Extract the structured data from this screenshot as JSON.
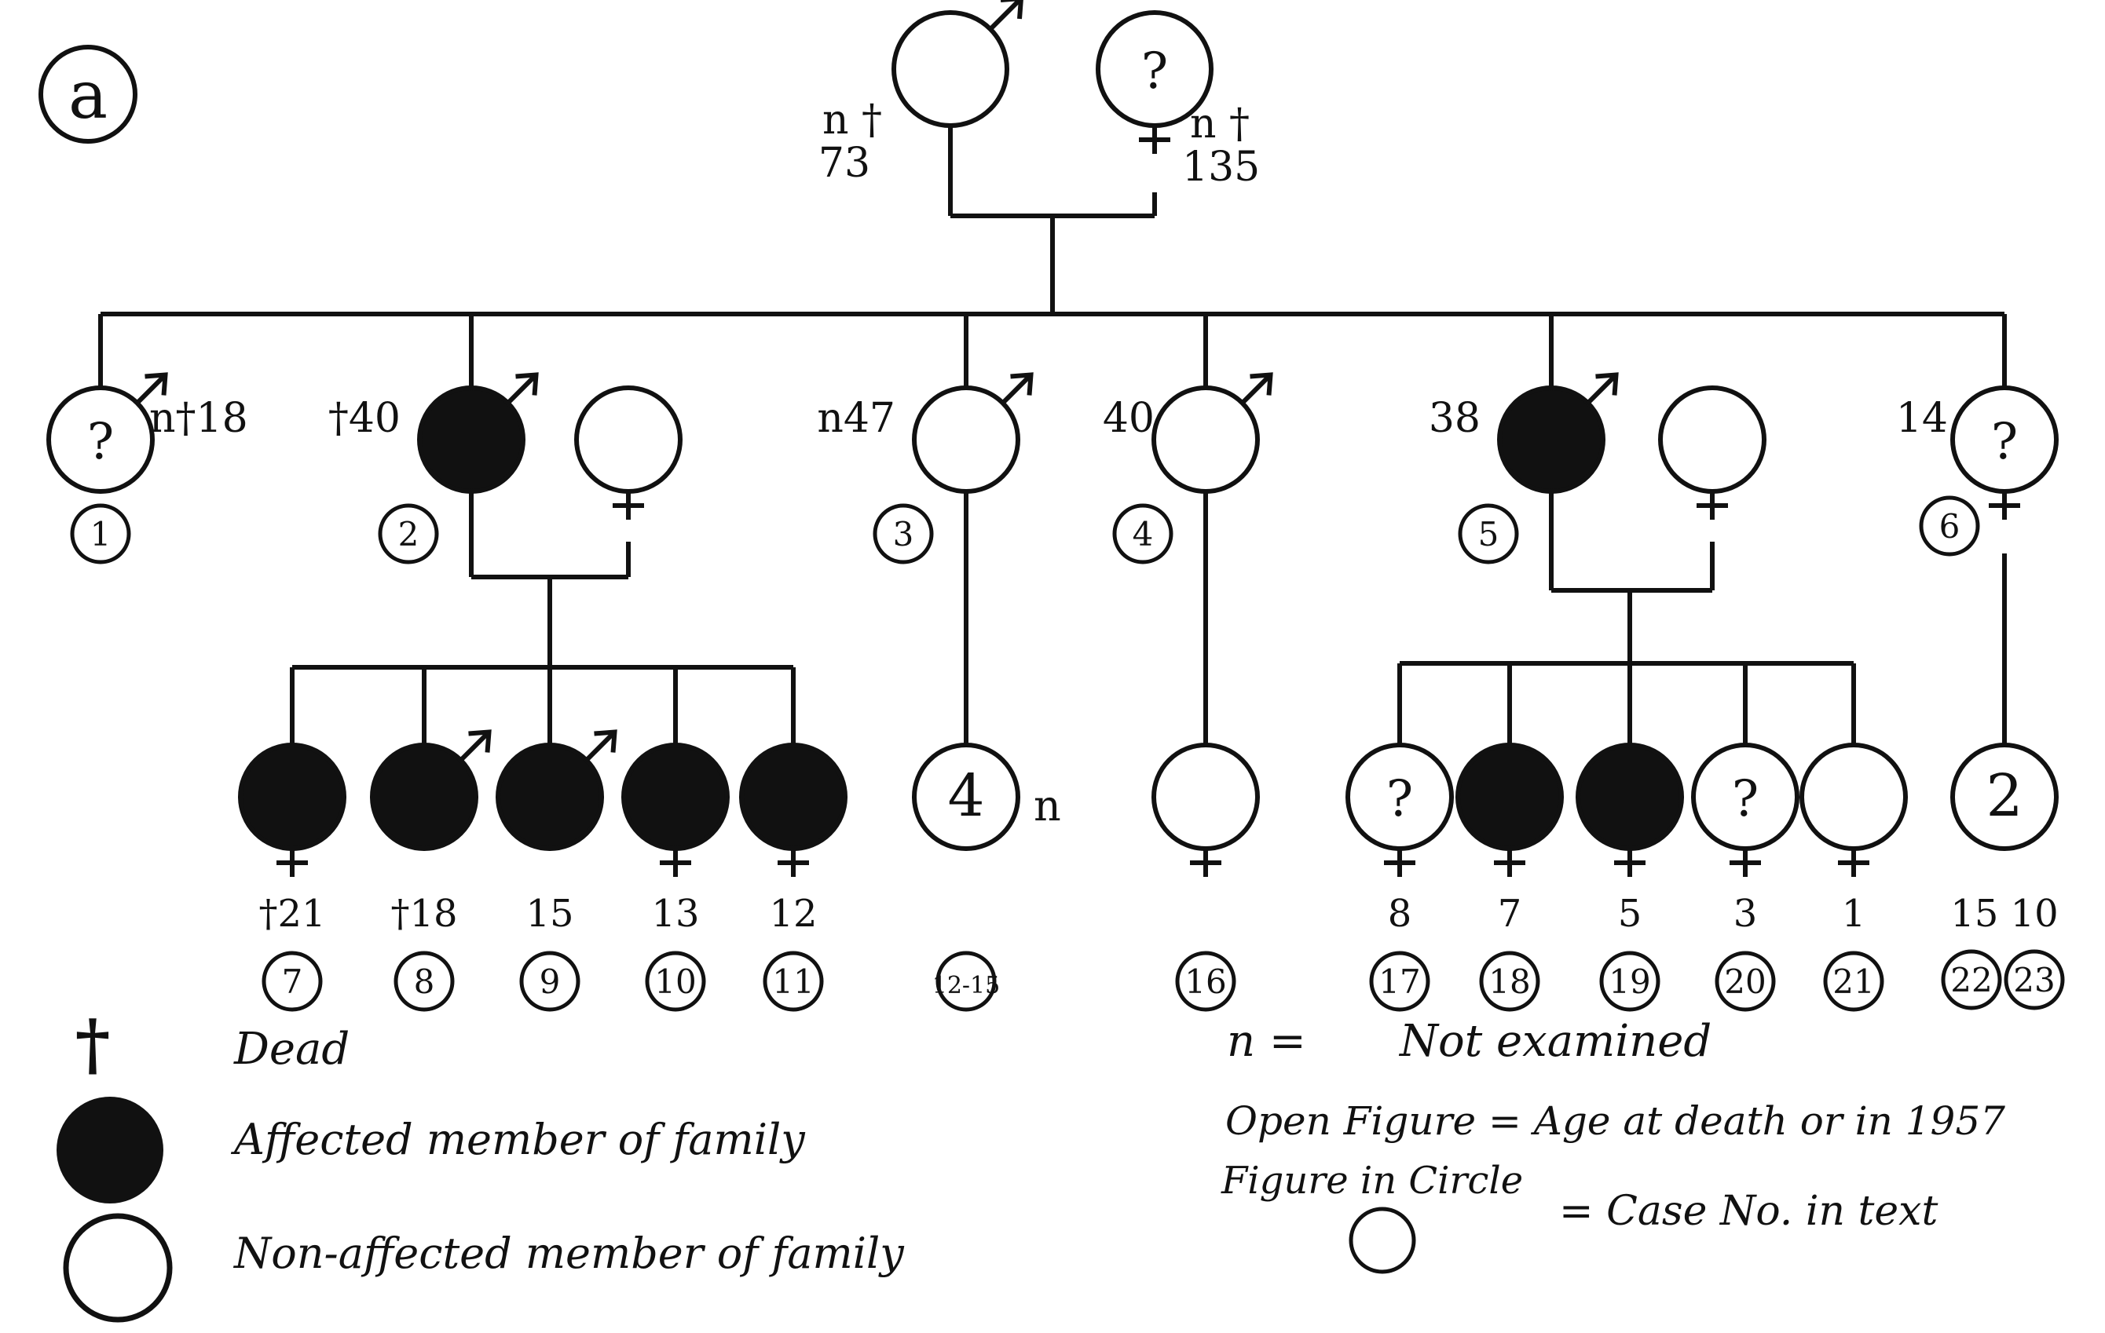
{
  "panel_label": "a",
  "generation1": {
    "father": {
      "annotation": "n †\n73",
      "sex": "male",
      "affected": false
    },
    "mother": {
      "annotation": "n †\n135",
      "sex": "female",
      "affected": false,
      "mark": "?"
    }
  },
  "generation2": [
    {
      "annotation": "n†18",
      "sex": "male",
      "affected": false,
      "mark": "?",
      "case": "1"
    },
    {
      "annotation": "†40",
      "sex": "male",
      "affected": true,
      "case": "2"
    },
    {
      "annotation": "",
      "sex": "female",
      "affected": false,
      "case": ""
    },
    {
      "annotation": "n47",
      "sex": "male",
      "affected": false,
      "case": "3"
    },
    {
      "annotation": "40",
      "sex": "male",
      "affected": false,
      "case": "4"
    },
    {
      "annotation": "38",
      "sex": "male",
      "affected": true,
      "case": "5"
    },
    {
      "annotation": "",
      "sex": "female",
      "affected": false,
      "case": ""
    },
    {
      "annotation": "14",
      "sex": "female",
      "affected": false,
      "mark": "?",
      "case": "6"
    }
  ],
  "generation3": [
    {
      "annotation": "†21",
      "sex": "female",
      "affected": true,
      "case": "7"
    },
    {
      "annotation": "†18",
      "sex": "male",
      "affected": true,
      "case": "8"
    },
    {
      "annotation": "15",
      "sex": "male",
      "affected": true,
      "case": "9"
    },
    {
      "annotation": "13",
      "sex": "female",
      "affected": true,
      "case": "10"
    },
    {
      "annotation": "12",
      "sex": "female",
      "affected": true,
      "case": "11"
    },
    {
      "annotation": "",
      "sex": "group",
      "affected": false,
      "mark": "4",
      "extra": "n",
      "case": "12-15"
    },
    {
      "annotation": "",
      "sex": "female",
      "affected": false,
      "case": "16"
    },
    {
      "annotation": "8",
      "sex": "female",
      "affected": false,
      "mark": "?",
      "case": "17"
    },
    {
      "annotation": "7",
      "sex": "female",
      "affected": true,
      "case": "18"
    },
    {
      "annotation": "5",
      "sex": "female",
      "affected": true,
      "case": "19"
    },
    {
      "annotation": "3",
      "sex": "female",
      "affected": false,
      "mark": "?",
      "case": "20"
    },
    {
      "annotation": "1",
      "sex": "female",
      "affected": false,
      "case": "21"
    },
    {
      "annotation": "15 10",
      "sex": "group",
      "affected": false,
      "mark": "2",
      "case": "22,23"
    }
  ],
  "legend": {
    "dead_symbol": "†",
    "dead_label": "Dead",
    "affected_label": "Affected member of family",
    "nonaffected_label": "Non-affected member of family",
    "n_symbol": "n =",
    "n_label": "Not examined",
    "open_figure_label": "Open Figure = Age at death or in 1957",
    "figure_in_circle_label": "Figure in Circle",
    "case_no_label": "= Case No. in text"
  }
}
